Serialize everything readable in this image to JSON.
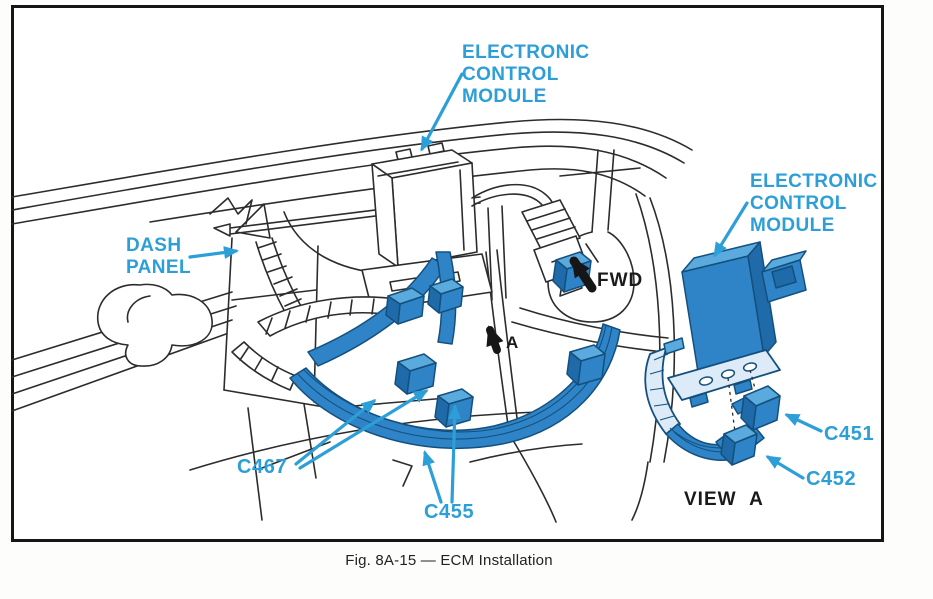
{
  "caption": "Fig. 8A-15 — ECM Installation",
  "colors": {
    "label_blue": "#2d9fd8",
    "harness_blue": "#2e84c6",
    "harness_blue_light": "#5aaadd",
    "harness_blue_dark": "#14507e",
    "line_black": "#2c2c2c",
    "background": "#ffffff"
  },
  "main_view": {
    "ecm_label": "ELECTRONIC\nCONTROL\nMODULE",
    "dash_panel_label": "DASH\nPANEL",
    "fwd_label": "FWD",
    "view_arrow_label": "A",
    "connector_c467": "C467",
    "connector_c455": "C455"
  },
  "inset_view": {
    "ecm_label": "ELECTRONIC\nCONTROL\nMODULE",
    "connector_c451": "C451",
    "connector_c452": "C452",
    "title": "VIEW A"
  }
}
